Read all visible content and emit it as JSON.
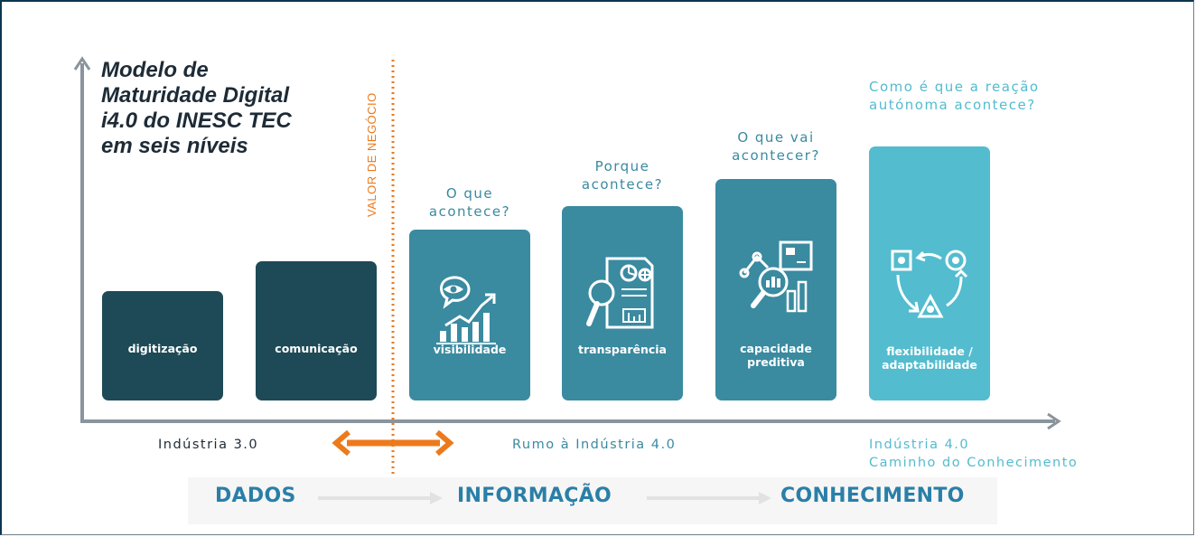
{
  "title": "Modelo de Maturidade Digital i4.0 do INESC TEC em seis níveis",
  "valor_label": "VALOR DE NEGÓCIO",
  "colors": {
    "dark": "#1d4a56",
    "teal": "#3a8aa0",
    "light": "#53bccf",
    "orange": "#ec7a1c",
    "axis": "#8a949c"
  },
  "levels": [
    {
      "label": "digitização",
      "question": "",
      "icon": ""
    },
    {
      "label": "comunicação",
      "question": "",
      "icon": ""
    },
    {
      "label": "visibilidade",
      "question": "O que acontece?",
      "icon": "eye-chart-icon"
    },
    {
      "label": "transparência",
      "question": "Porque acontece?",
      "icon": "magnifier-report-icon"
    },
    {
      "label": "capacidade preditiva",
      "question": "O que vai acontecer?",
      "icon": "predictive-analysis-icon"
    },
    {
      "label": "flexibilidade / adaptabilidade",
      "question": "Como é que a reação autónoma acontece?",
      "icon": "autonomous-cycle-icon"
    }
  ],
  "eras": {
    "i30": "Indústria 3.0",
    "rumo": "Rumo à Indústria 4.0",
    "i40_line1": "Indústria 4.0",
    "i40_line2": "Caminho do Conhecimento"
  },
  "flow": [
    "DADOS",
    "INFORMAÇÃO",
    "CONHECIMENTO"
  ]
}
